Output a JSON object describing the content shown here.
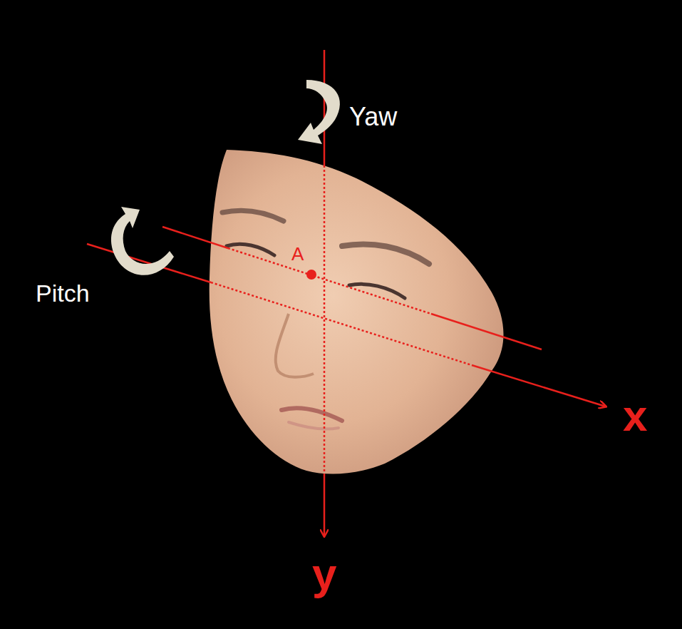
{
  "diagram": {
    "labels": [
      "Yaw",
      "Pitch",
      "A",
      "x",
      "y"
    ]
  }
}
